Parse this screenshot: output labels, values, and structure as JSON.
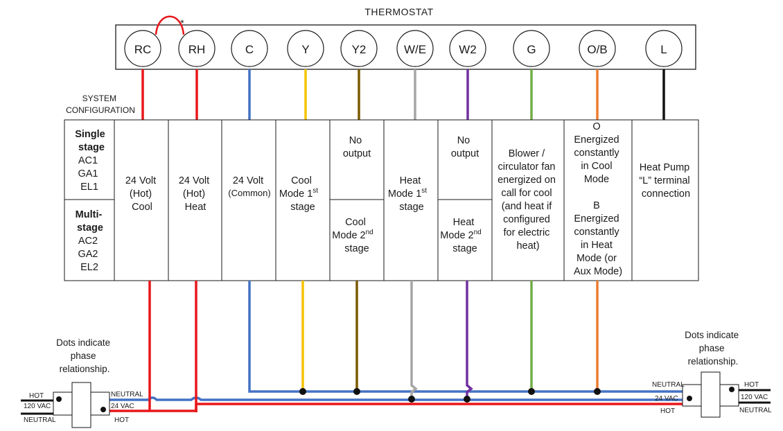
{
  "thermostat_label": "THERMOSTAT",
  "jumper_mark": "*",
  "system_configuration": [
    "SYSTEM",
    "CONFIGURATION"
  ],
  "config": {
    "single_title": [
      "Single",
      "stage"
    ],
    "single_items": [
      "AC1",
      "GA1",
      "EL1"
    ],
    "multi_title": [
      "Multi-",
      "stage"
    ],
    "multi_items": [
      "AC2",
      "GA2",
      "EL2"
    ]
  },
  "terminals": [
    {
      "label": "RC",
      "color": "#e8171b"
    },
    {
      "label": "RH",
      "color": "#e8171b"
    },
    {
      "label": "C",
      "color": "#4472c4"
    },
    {
      "label": "Y",
      "color": "#f5c400"
    },
    {
      "label": "Y2",
      "color": "#7a5a00"
    },
    {
      "label": "W/E",
      "color": "#a6a6a6"
    },
    {
      "label": "W2",
      "color": "#7030a0"
    },
    {
      "label": "G",
      "color": "#70ad47"
    },
    {
      "label": "O/B",
      "color": "#ed7d31"
    },
    {
      "label": "L",
      "color": "#111111"
    }
  ],
  "descriptions": {
    "rc": [
      "24 Volt",
      "(Hot)",
      "Cool"
    ],
    "rh": [
      "24 Volt",
      "(Hot)",
      "Heat"
    ],
    "c": [
      "24 Volt",
      "(Common)"
    ],
    "y": [
      "Cool",
      "Mode 1",
      "stage"
    ],
    "y_sup": "st",
    "y2_top": [
      "No",
      "output"
    ],
    "y2_bottom": [
      "Cool",
      "Mode 2",
      "stage"
    ],
    "y2_sup": "nd",
    "we": [
      "Heat",
      "Mode 1",
      "stage"
    ],
    "we_sup": "st",
    "w2_top": [
      "No",
      "output"
    ],
    "w2_bottom": [
      "Heat",
      "Mode 2",
      "stage"
    ],
    "w2_sup": "nd",
    "g": [
      "Blower /",
      "circulator fan",
      "energized on",
      "call for cool",
      "(and heat if",
      "configured",
      "for electric",
      "heat)"
    ],
    "ob": [
      "O",
      "Energized",
      "constantly",
      "in Cool",
      "Mode",
      "",
      "B",
      "Energized",
      "constantly",
      "in Heat",
      "Mode (or",
      "Aux Mode)"
    ],
    "l": [
      "Heat Pump",
      "“L” terminal",
      "connection"
    ]
  },
  "transformer_left": {
    "note": [
      "Dots indicate",
      "phase",
      "relationship."
    ],
    "primary_hot": "HOT",
    "primary_vac": "120 VAC",
    "primary_neutral": "NEUTRAL",
    "secondary_neutral": "NEUTRAL",
    "secondary_vac": "24 VAC",
    "secondary_hot": "HOT"
  },
  "transformer_right": {
    "note": [
      "Dots indicate",
      "phase",
      "relationship."
    ],
    "secondary_neutral": "NEUTRAL",
    "secondary_vac": "24 VAC",
    "secondary_hot": "HOT",
    "primary_hot": "HOT",
    "primary_vac": "120 VAC",
    "primary_neutral": "NEUTRAL"
  },
  "colors": {
    "hot": "#e8171b",
    "common": "#4472c4",
    "line": "#1a1a1a"
  }
}
